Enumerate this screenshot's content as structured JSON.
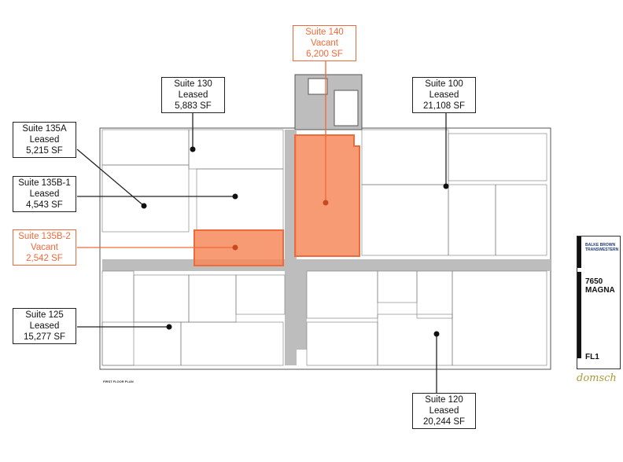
{
  "colors": {
    "vacant": "#ef6a3a",
    "leased": "#222222",
    "corridor": "#b8b8b8",
    "wall": "#555555"
  },
  "suites": [
    {
      "id": "140",
      "name": "Suite 140",
      "status": "Vacant",
      "area": "6,200 SF"
    },
    {
      "id": "130",
      "name": "Suite 130",
      "status": "Leased",
      "area": "5,883 SF"
    },
    {
      "id": "100",
      "name": "Suite 100",
      "status": "Leased",
      "area": "21,108 SF"
    },
    {
      "id": "135a",
      "name": "Suite 135A",
      "status": "Leased",
      "area": "5,215 SF"
    },
    {
      "id": "135b1",
      "name": "Suite 135B-1",
      "status": "Leased",
      "area": "4,543 SF"
    },
    {
      "id": "135b2",
      "name": "Suite 135B-2",
      "status": "Vacant",
      "area": "2,542 SF"
    },
    {
      "id": "125",
      "name": "Suite 125",
      "status": "Leased",
      "area": "15,277 SF"
    },
    {
      "id": "120",
      "name": "Suite 120",
      "status": "Leased",
      "area": "20,244 SF"
    }
  ],
  "title_block": {
    "brand": "BALKE BROWN TRANSWESTERN",
    "building": "7650 MAGNA",
    "sheet": "FL1"
  },
  "plan_title": "FIRST FLOOR PLAN"
}
